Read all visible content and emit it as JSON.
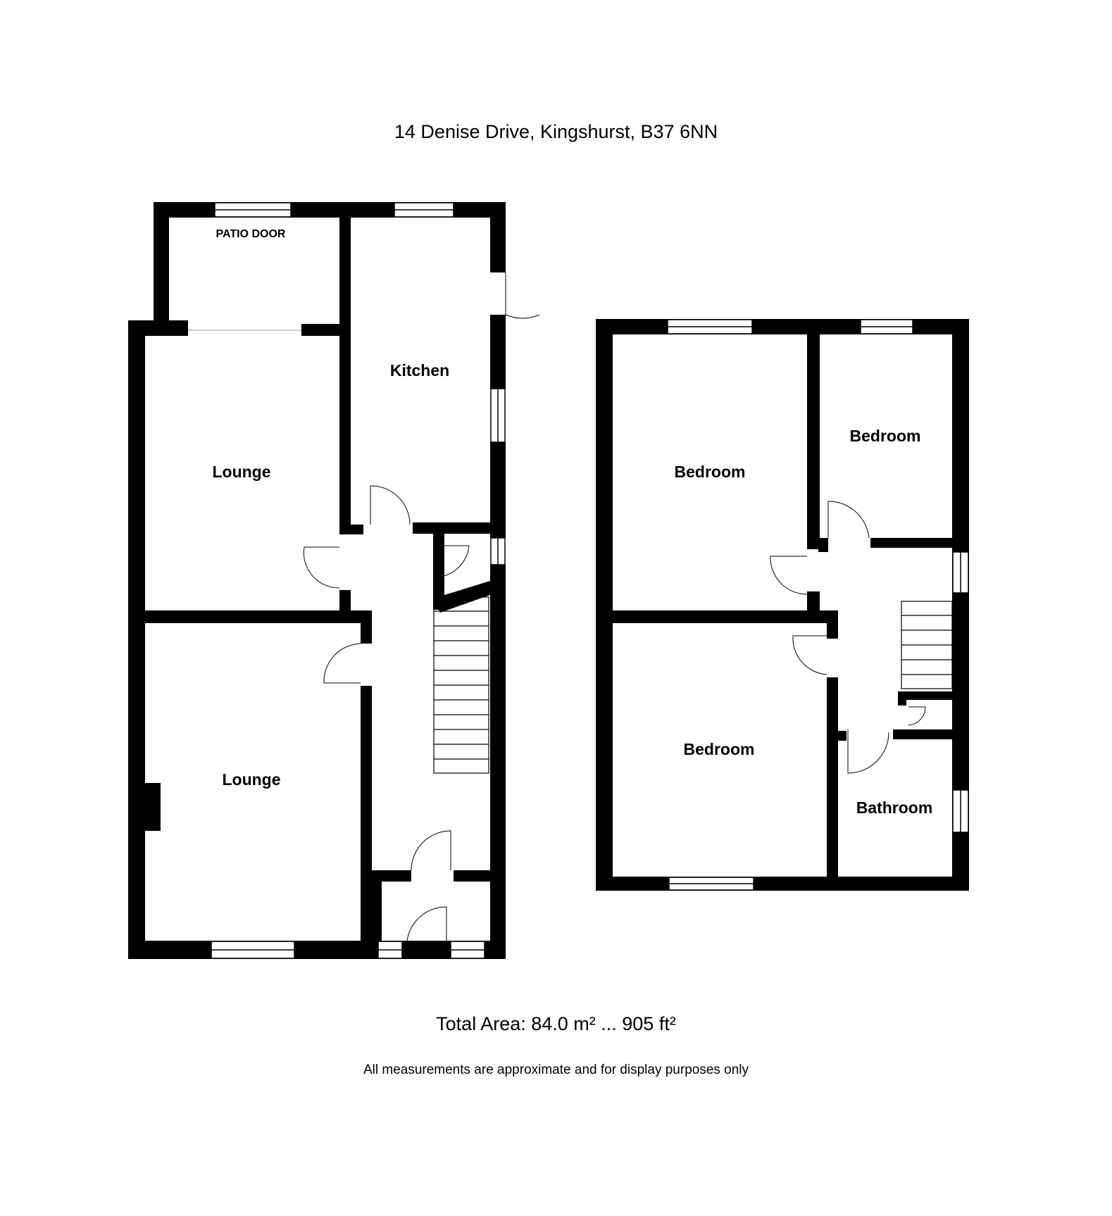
{
  "header": {
    "address": "14 Denise Drive, Kingshurst, B37 6NN"
  },
  "ground_floor": {
    "labels": {
      "patio_door": "PATIO DOOR",
      "kitchen": "Kitchen",
      "lounge_rear": "Lounge",
      "lounge_front": "Lounge"
    }
  },
  "first_floor": {
    "labels": {
      "bedroom_rear_left": "Bedroom",
      "bedroom_rear_right": "Bedroom",
      "bedroom_front": "Bedroom",
      "bathroom": "Bathroom"
    }
  },
  "footer": {
    "total_area": "Total Area: 84.0 m² ... 905 ft²",
    "disclaimer": "All measurements are approximate and for display purposes only"
  },
  "colors": {
    "wall": "#000000",
    "background": "#ffffff"
  }
}
